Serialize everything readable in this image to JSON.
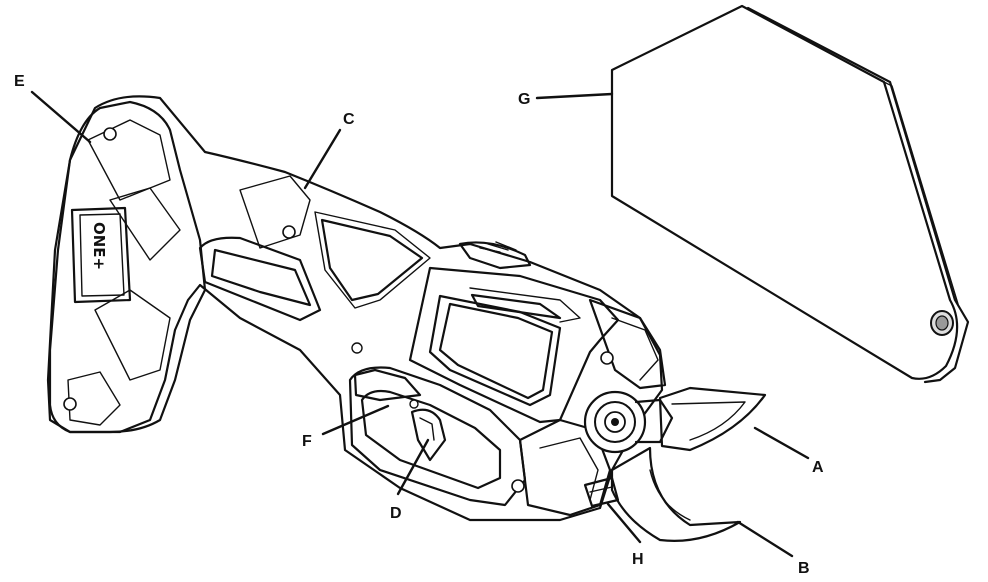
{
  "callouts": {
    "a": "A",
    "b": "B",
    "c": "C",
    "d": "D",
    "e": "E",
    "f": "F",
    "g": "G",
    "h": "H"
  },
  "brand_logo": "ONE+",
  "colors": {
    "line": "#111111",
    "background": "#ffffff",
    "mirror_light": "#f4f4f4",
    "mirror_dark": "#9a9a9a"
  }
}
